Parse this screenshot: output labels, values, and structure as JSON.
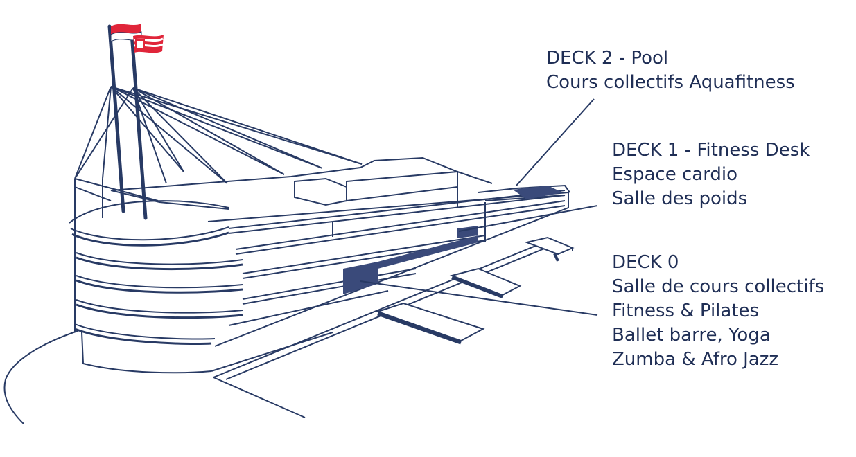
{
  "colors": {
    "line": "#283a64",
    "text": "#1f2e55",
    "flag_red": "#e0253a",
    "flag_white": "#ffffff",
    "background": "#ffffff"
  },
  "decks": [
    {
      "id": "deck-2",
      "lines": [
        "DECK 2 - Pool",
        "Cours collectifs Aquafitness"
      ]
    },
    {
      "id": "deck-1",
      "lines": [
        "DECK 1 - Fitness Desk",
        "Espace cardio",
        "Salle des poids"
      ]
    },
    {
      "id": "deck-0",
      "lines": [
        "DECK 0",
        "Salle de cours collectifs",
        "Fitness & Pilates",
        "Ballet barre, Yoga",
        "Zumba & Afro Jazz"
      ]
    }
  ]
}
